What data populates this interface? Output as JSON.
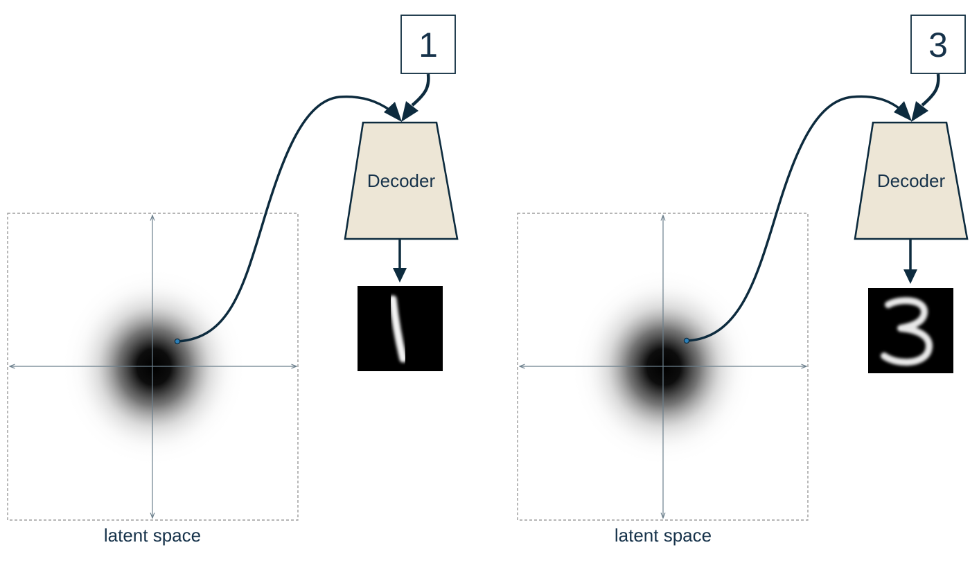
{
  "panels": [
    {
      "id": "left",
      "condition_label": "1",
      "decoder_label": "Decoder",
      "latent_label": "latent space",
      "generated_digit": "1"
    },
    {
      "id": "right",
      "condition_label": "3",
      "decoder_label": "Decoder",
      "latent_label": "latent space",
      "generated_digit": "3"
    }
  ],
  "colors": {
    "stroke": "#0d2b3e",
    "decoder_fill": "#ede6d6",
    "axis": "#6b7f8c",
    "box_dash": "#8a8a8a",
    "sample_point": "#2c7fb8"
  }
}
